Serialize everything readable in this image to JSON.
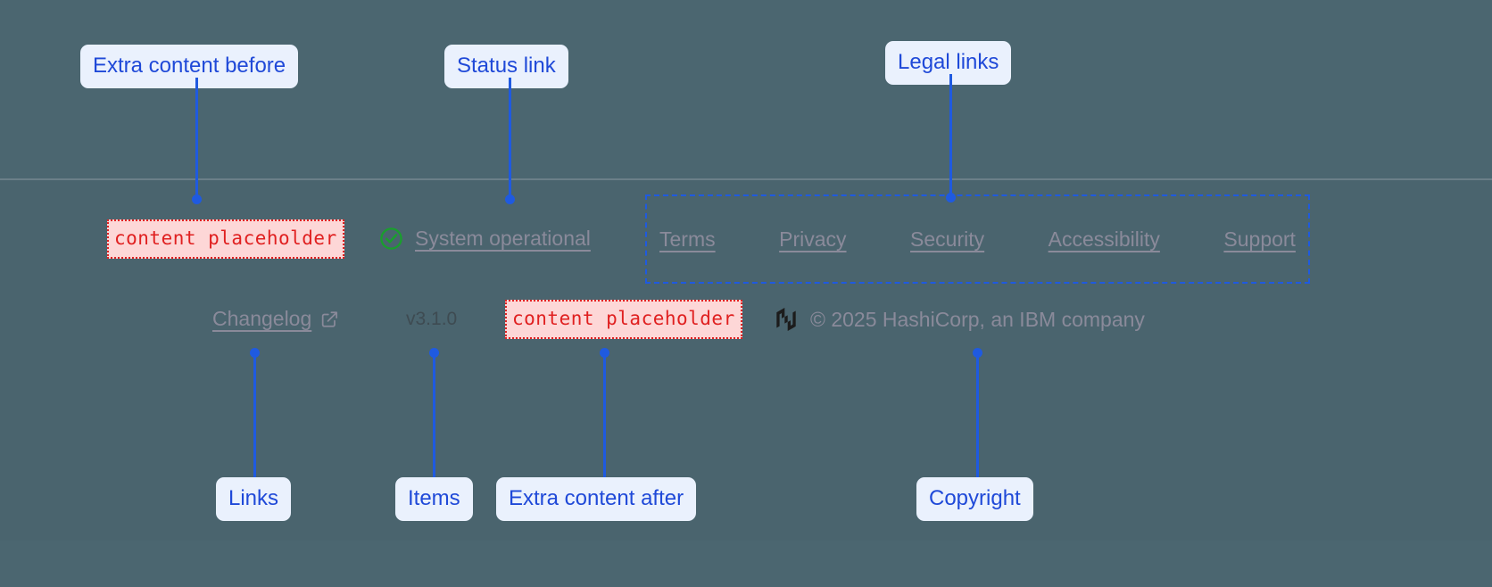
{
  "theme": {
    "page_background": "#4b6670",
    "footer_background": "#4a646e",
    "divider": "#6b7f88",
    "callout_background": "#eaf1fd",
    "callout_text": "#1f49d8",
    "connector": "#1f5ae0",
    "link_text": "#8a8a9a",
    "placeholder_text": "#e02020",
    "placeholder_background": "#fdd7d7",
    "status_ok": "#1a9e2e",
    "version_text": "#3e4b52"
  },
  "footer": {
    "content_before": {
      "placeholder_text": "content placeholder"
    },
    "content_after": {
      "placeholder_text": "content placeholder"
    },
    "status": {
      "icon": "check-circle-icon",
      "label": "System operational"
    },
    "legal_links": [
      {
        "label": "Terms"
      },
      {
        "label": "Privacy"
      },
      {
        "label": "Security"
      },
      {
        "label": "Accessibility"
      },
      {
        "label": "Support"
      }
    ],
    "links": [
      {
        "label": "Changelog",
        "icon": "external-link-icon"
      }
    ],
    "items": [
      {
        "label": "v3.1.0"
      }
    ],
    "copyright": {
      "logo": "hashicorp-logo",
      "text": "© 2025 HashiCorp, an IBM company"
    }
  },
  "annotations": [
    {
      "id": "extra-content-before",
      "label": "Extra content before"
    },
    {
      "id": "status-link",
      "label": "Status link"
    },
    {
      "id": "legal-links",
      "label": "Legal links"
    },
    {
      "id": "links",
      "label": "Links"
    },
    {
      "id": "items",
      "label": "Items"
    },
    {
      "id": "extra-content-after",
      "label": "Extra content after"
    },
    {
      "id": "copyright",
      "label": "Copyright"
    }
  ]
}
